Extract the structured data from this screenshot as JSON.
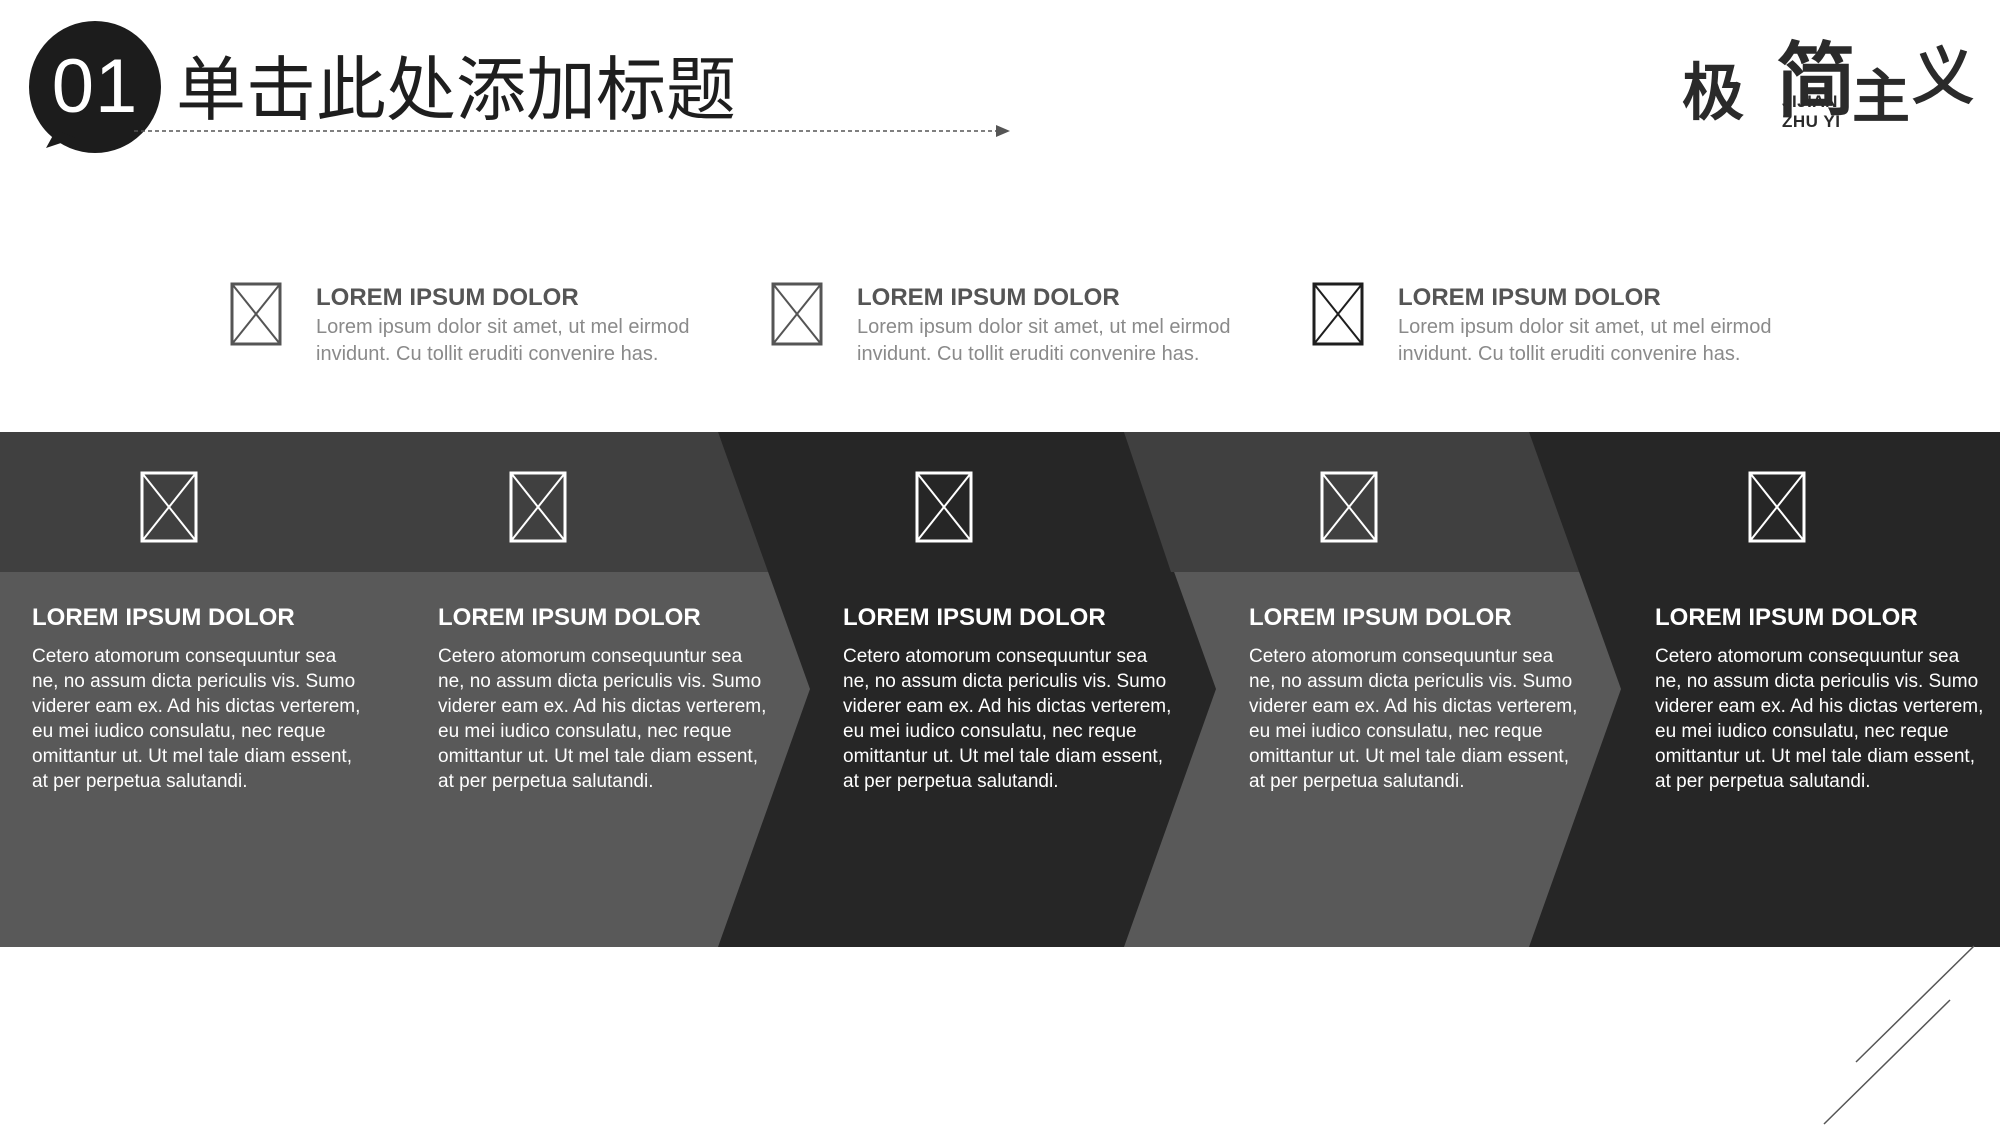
{
  "header": {
    "badge_number": "01",
    "title": "单击此处添加标题"
  },
  "logo": {
    "chars": [
      "极",
      "简",
      "主",
      "义"
    ],
    "sub_line1": "JIJIAN",
    "sub_line2": "ZHU YI"
  },
  "features": [
    {
      "icon": "image-placeholder-icon",
      "title": "LOREM IPSUM DOLOR",
      "desc": "Lorem ipsum dolor sit amet, ut mel eirmod invidunt. Cu tollit eruditi convenire has."
    },
    {
      "icon": "image-placeholder-icon",
      "title": "LOREM IPSUM DOLOR",
      "desc": "Lorem ipsum dolor sit amet, ut mel eirmod invidunt. Cu tollit eruditi convenire has."
    },
    {
      "icon": "image-placeholder-icon",
      "title": "LOREM IPSUM DOLOR",
      "desc": "Lorem ipsum dolor sit amet, ut mel eirmod invidunt. Cu tollit eruditi convenire has."
    }
  ],
  "steps": [
    {
      "icon": "image-placeholder-icon",
      "title": "LOREM IPSUM DOLOR",
      "desc": "Cetero atomorum consequuntur sea ne, no assum dicta periculis vis. Sumo viderer eam ex. Ad his dictas verterem, eu mei iudico consulatu, nec reque omittantur ut. Ut mel tale diam essent, at per perpetua salutandi."
    },
    {
      "icon": "image-placeholder-icon",
      "title": "LOREM IPSUM DOLOR",
      "desc": "Cetero atomorum consequuntur sea ne, no assum dicta periculis vis. Sumo viderer eam ex. Ad his dictas verterem, eu mei iudico consulatu, nec reque omittantur ut. Ut mel tale diam essent, at per perpetua salutandi."
    },
    {
      "icon": "image-placeholder-icon",
      "title": "LOREM IPSUM DOLOR",
      "desc": "Cetero atomorum consequuntur sea ne, no assum dicta periculis vis. Sumo viderer eam ex. Ad his dictas verterem, eu mei iudico consulatu, nec reque omittantur ut. Ut mel tale diam essent, at per perpetua salutandi."
    },
    {
      "icon": "image-placeholder-icon",
      "title": "LOREM IPSUM DOLOR",
      "desc": "Cetero atomorum consequuntur sea ne, no assum dicta periculis vis. Sumo viderer eam ex. Ad his dictas verterem, eu mei iudico consulatu, nec reque omittantur ut. Ut mel tale diam essent, at per perpetua salutandi."
    },
    {
      "icon": "image-placeholder-icon",
      "title": "LOREM IPSUM DOLOR",
      "desc": "Cetero atomorum consequuntur sea ne, no assum dicta periculis vis. Sumo viderer eam ex. Ad his dictas verterem, eu mei iudico consulatu, nec reque omittantur ut. Ut mel tale diam essent, at per perpetua salutandi."
    }
  ],
  "colors": {
    "band_dark": "#262626",
    "band_mid": "#595959",
    "band_top": "#404040",
    "badge": "#1c1c1c",
    "text_dark": "#1e1e1e",
    "text_feature_title": "#555555",
    "text_feature_desc": "#8a8a8a"
  }
}
